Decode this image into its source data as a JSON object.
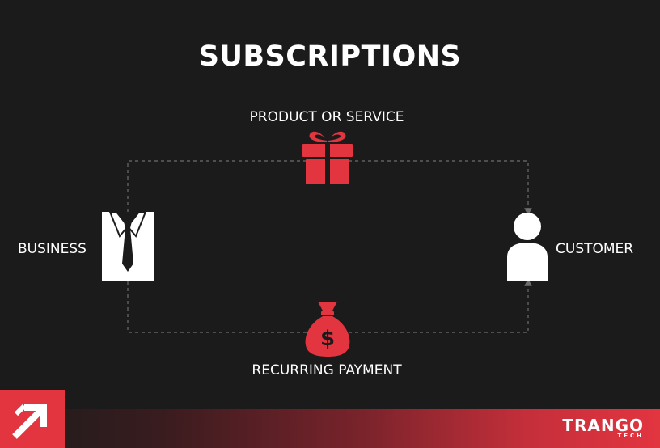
{
  "title": "SUBSCRIPTIONS",
  "nodes": {
    "product": "PRODUCT OR SERVICE",
    "business": "BUSINESS",
    "customer": "CUSTOMER",
    "payment": "RECURRING PAYMENT"
  },
  "icons": {
    "product": "gift-icon",
    "business": "shirt-tie-icon",
    "customer": "person-icon",
    "payment": "money-bag-icon"
  },
  "brand": {
    "name": "TRANGO",
    "sub": "TECH"
  },
  "colors": {
    "background": "#1b1b1b",
    "accent": "#e23540",
    "text": "#ffffff",
    "connector": "#6e6e6e"
  }
}
